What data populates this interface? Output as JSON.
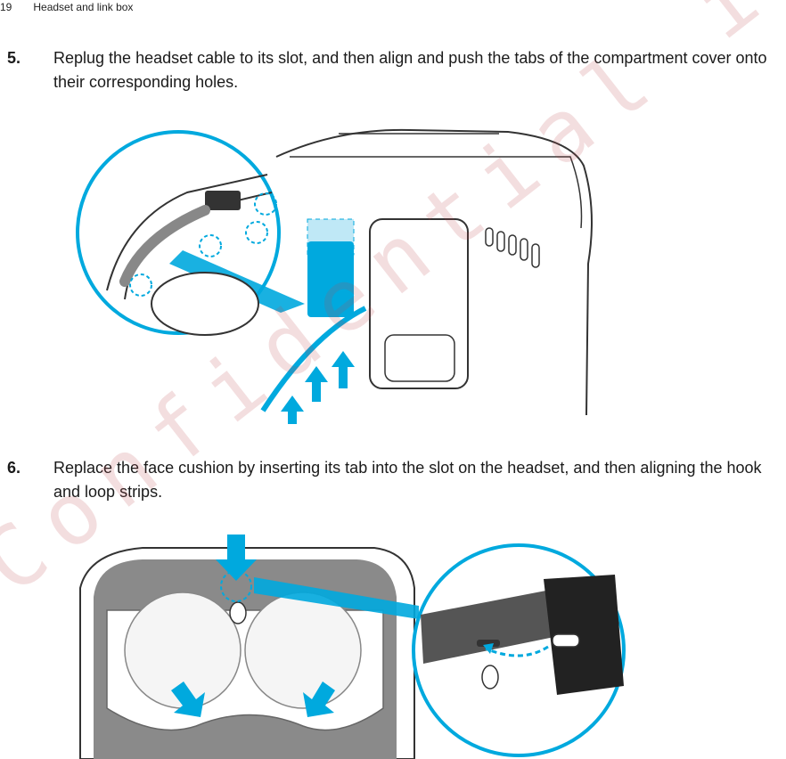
{
  "header": {
    "page_number": "19",
    "section_title": "Headset and link box"
  },
  "steps": [
    {
      "number": "5.",
      "text": "Replug the headset cable to its slot, and then align and push the tabs of the compartment cover onto their corresponding holes."
    },
    {
      "number": "6.",
      "text": "Replace the face cushion by inserting its tab into the slot on the headset, and then aligning the hook and loop strips."
    }
  ],
  "watermark": "Confidential information or",
  "colors": {
    "accent": "#00A9DE",
    "cushion": "#8A8A8A",
    "outline": "#333333"
  },
  "icons": [
    "up-arrow-icon",
    "down-arrow-icon",
    "dashed-circle-marker"
  ]
}
